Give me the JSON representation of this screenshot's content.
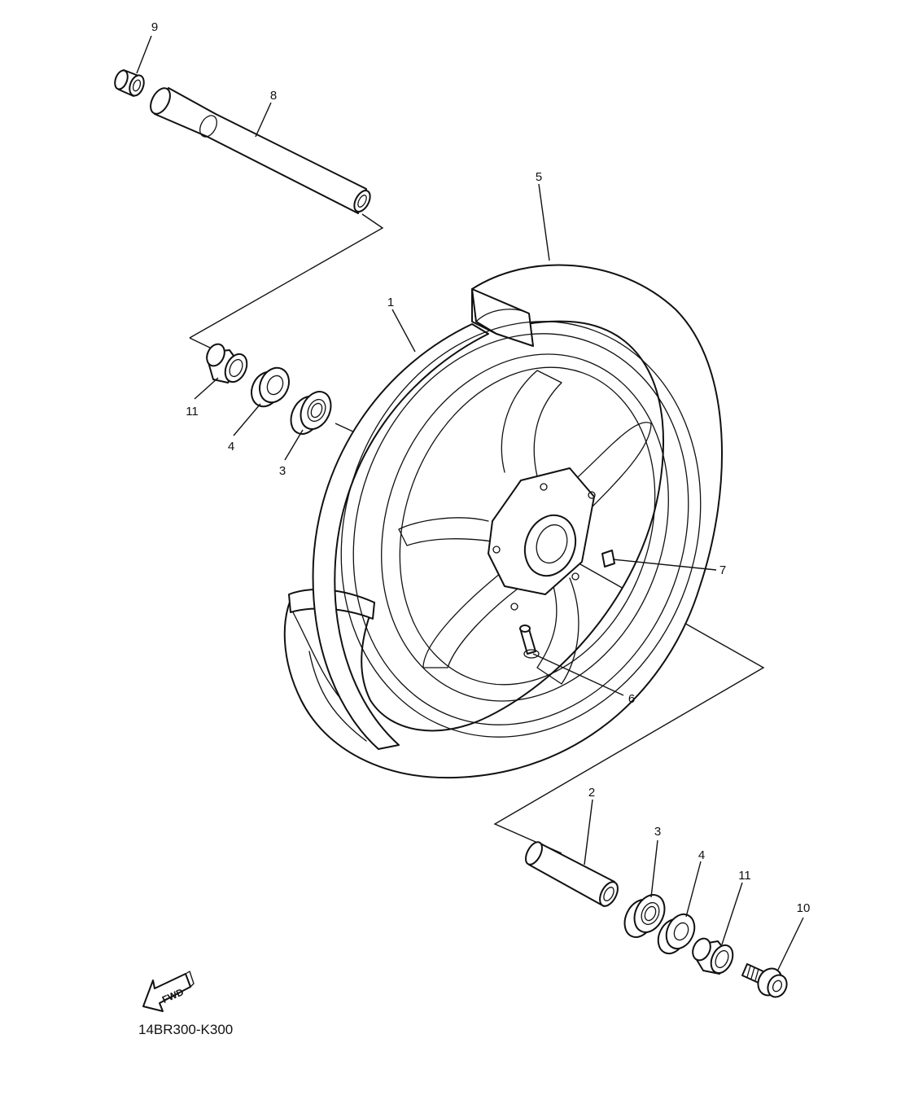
{
  "diagram": {
    "catalog_code": "14BR300-K300",
    "fwd_label": "FWD",
    "callouts": [
      {
        "id": "c9",
        "label": "9"
      },
      {
        "id": "c8",
        "label": "8"
      },
      {
        "id": "c5",
        "label": "5"
      },
      {
        "id": "c1",
        "label": "1"
      },
      {
        "id": "c11a",
        "label": "11"
      },
      {
        "id": "c4a",
        "label": "4"
      },
      {
        "id": "c3a",
        "label": "3"
      },
      {
        "id": "c7",
        "label": "7"
      },
      {
        "id": "c6",
        "label": "6"
      },
      {
        "id": "c2",
        "label": "2"
      },
      {
        "id": "c3b",
        "label": "3"
      },
      {
        "id": "c4b",
        "label": "4"
      },
      {
        "id": "c11b",
        "label": "11"
      },
      {
        "id": "c10",
        "label": "10"
      }
    ]
  }
}
